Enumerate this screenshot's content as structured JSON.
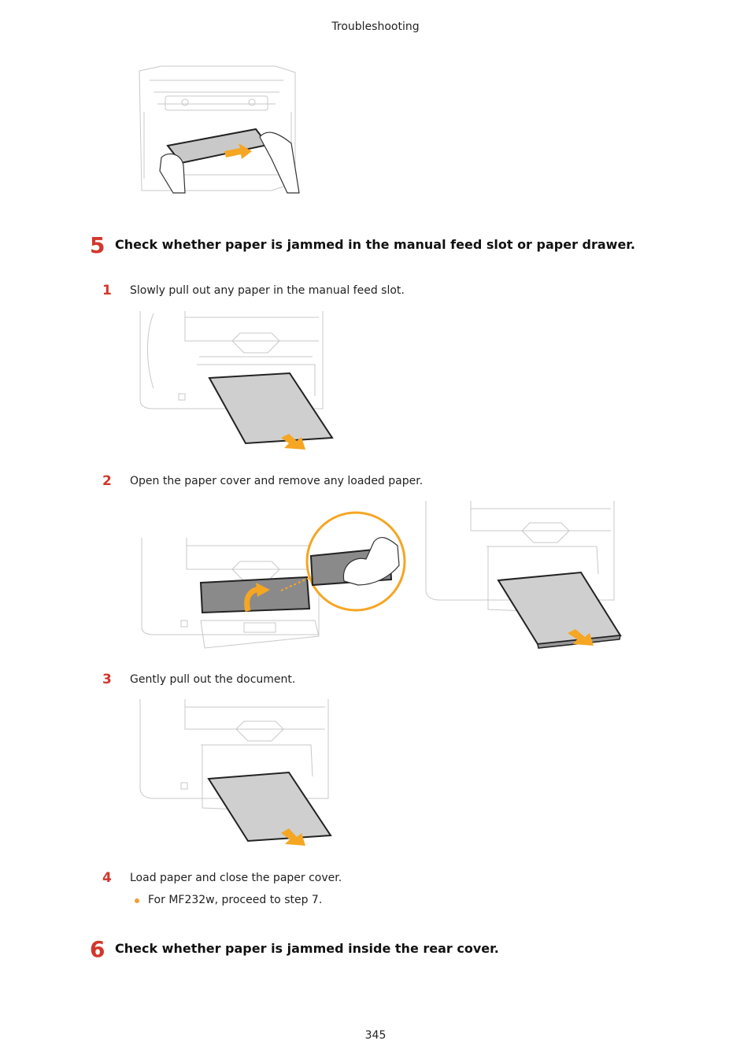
{
  "header": {
    "title": "Troubleshooting"
  },
  "steps": [
    {
      "number": "5",
      "title": "Check whether paper is jammed in the manual feed slot or paper drawer.",
      "substeps": [
        {
          "number": "1",
          "text": "Slowly pull out any paper in the manual feed slot."
        },
        {
          "number": "2",
          "text": "Open the paper cover and remove any loaded paper."
        },
        {
          "number": "3",
          "text": "Gently pull out the document."
        },
        {
          "number": "4",
          "text": "Load paper and close the paper cover.",
          "bullets": [
            "For MF232w, proceed to step 7."
          ]
        }
      ]
    },
    {
      "number": "6",
      "title": "Check whether paper is jammed inside the rear cover."
    }
  ],
  "footer": {
    "page_number": "345"
  },
  "colors": {
    "accent_red": "#d2372b",
    "arrow_orange": "#f5a623",
    "paper_gray": "#cfcfcf"
  }
}
